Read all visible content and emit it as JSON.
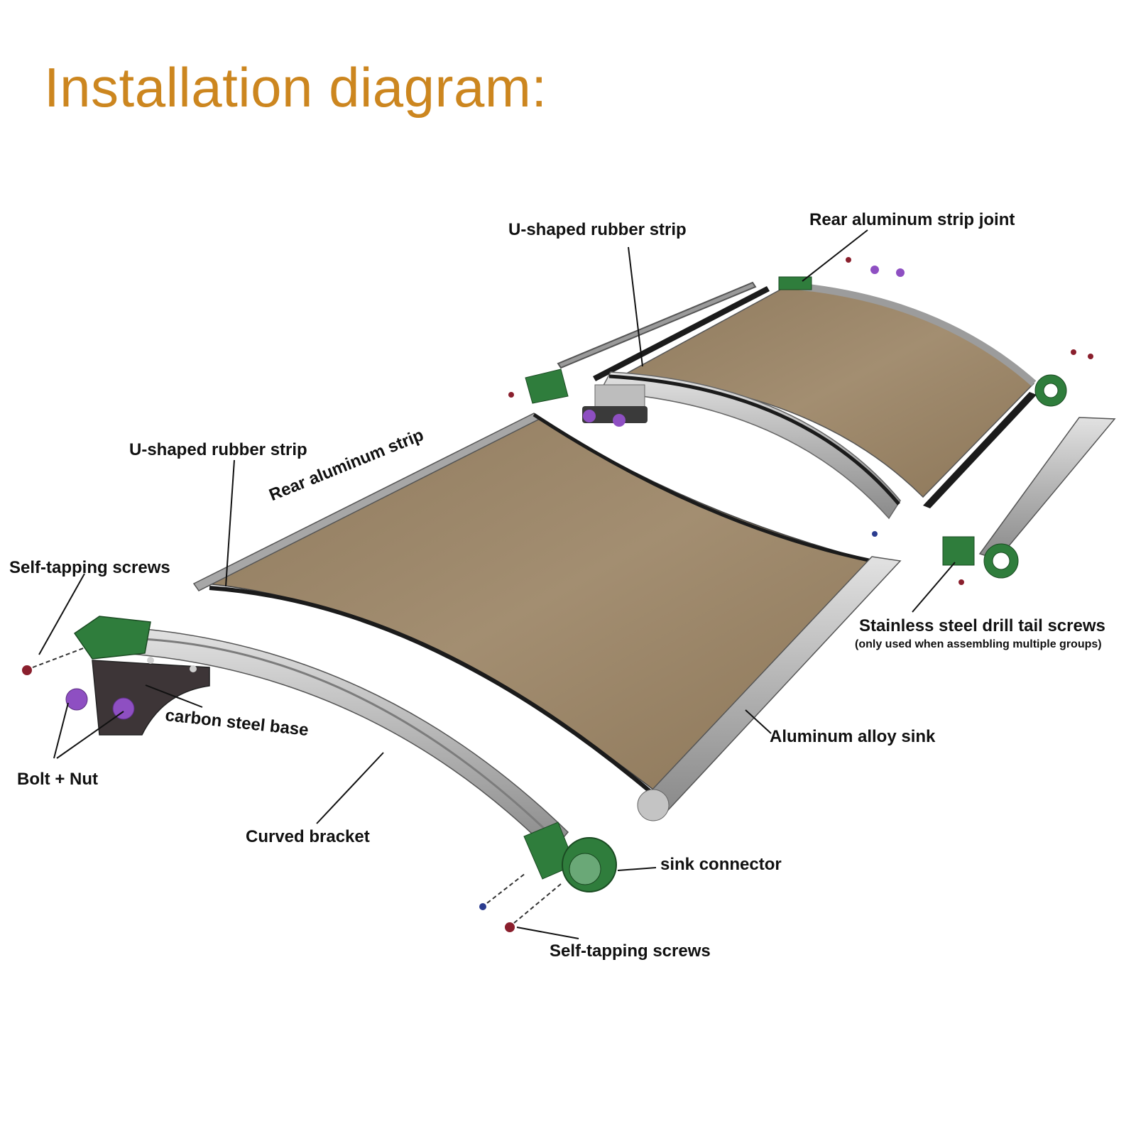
{
  "title": "Installation diagram:",
  "labels": {
    "u_strip_top": "U-shaped rubber strip",
    "rear_joint": "Rear aluminum strip joint",
    "u_strip_left": "U-shaped rubber strip",
    "rear_strip": "Rear aluminum strip",
    "self_tapping_left": "Self-tapping screws",
    "carbon_base": "carbon steel base",
    "bolt_nut": "Bolt + Nut",
    "curved_bracket": "Curved bracket",
    "sink_connector": "sink connector",
    "self_tapping_bottom": "Self-tapping screws",
    "aluminum_sink": "Aluminum alloy sink",
    "drill_tail": "Stainless steel drill tail screws",
    "drill_tail_note": "(only used when assembling multiple groups)"
  },
  "colors": {
    "title": "#cc861f",
    "panel": "#a08a6d",
    "connector": "#2f7d3c",
    "bolt": "#8e4fc2",
    "metal": "#b8b8b8"
  }
}
